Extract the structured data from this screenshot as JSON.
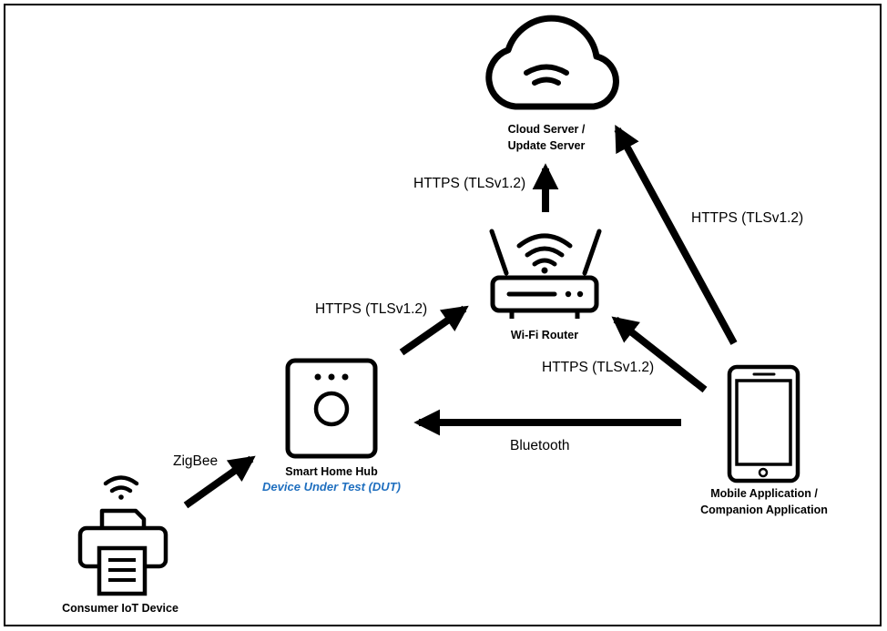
{
  "nodes": {
    "cloud": {
      "label_line1": "Cloud Server /",
      "label_line2": "Update Server",
      "icon": "cloud-wifi-icon"
    },
    "router": {
      "label": "Wi-Fi Router",
      "icon": "wifi-router-icon"
    },
    "hub": {
      "label": "Smart Home Hub",
      "sublabel": "Device Under Test (DUT)",
      "icon": "smart-hub-icon"
    },
    "iot": {
      "label": "Consumer IoT Device",
      "icon": "wifi-printer-icon"
    },
    "mobile": {
      "label_line1": "Mobile Application /",
      "label_line2": "Companion Application",
      "icon": "smartphone-icon"
    }
  },
  "edges": {
    "router_to_cloud": "HTTPS (TLSv1.2)",
    "mobile_to_cloud": "HTTPS (TLSv1.2)",
    "hub_to_router": "HTTPS (TLSv1.2)",
    "mobile_to_router": "HTTPS (TLSv1.2)",
    "mobile_to_hub": "Bluetooth",
    "iot_to_hub": "ZigBee"
  },
  "colors": {
    "dut_label": "#1f6fbf",
    "stroke": "#000000"
  }
}
